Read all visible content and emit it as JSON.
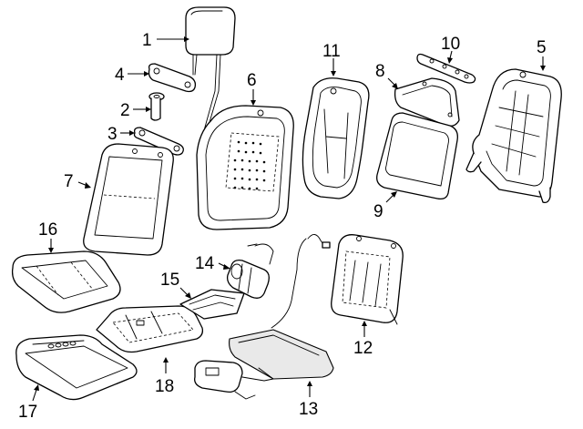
{
  "diagram": {
    "callouts": [
      {
        "id": "1",
        "text": "1"
      },
      {
        "id": "2",
        "text": "2"
      },
      {
        "id": "3",
        "text": "3"
      },
      {
        "id": "4",
        "text": "4"
      },
      {
        "id": "5",
        "text": "5"
      },
      {
        "id": "6",
        "text": "6"
      },
      {
        "id": "7",
        "text": "7"
      },
      {
        "id": "8",
        "text": "8"
      },
      {
        "id": "9",
        "text": "9"
      },
      {
        "id": "10",
        "text": "10"
      },
      {
        "id": "11",
        "text": "11"
      },
      {
        "id": "12",
        "text": "12"
      },
      {
        "id": "13",
        "text": "13"
      },
      {
        "id": "14",
        "text": "14"
      },
      {
        "id": "15",
        "text": "15"
      },
      {
        "id": "16",
        "text": "16"
      },
      {
        "id": "17",
        "text": "17"
      },
      {
        "id": "18",
        "text": "18"
      }
    ],
    "parts": [
      {
        "callout": "1",
        "icon": "headrest-icon"
      },
      {
        "callout": "2",
        "icon": "guide-sleeve-icon"
      },
      {
        "callout": "3",
        "icon": "bracket-icon"
      },
      {
        "callout": "4",
        "icon": "bracket-icon"
      },
      {
        "callout": "5",
        "icon": "seat-back-frame-icon"
      },
      {
        "callout": "6",
        "icon": "back-cover-icon"
      },
      {
        "callout": "7",
        "icon": "back-cushion-icon"
      },
      {
        "callout": "8",
        "icon": "lumbar-panel-icon"
      },
      {
        "callout": "9",
        "icon": "rear-panel-icon"
      },
      {
        "callout": "10",
        "icon": "trim-strip-icon"
      },
      {
        "callout": "11",
        "icon": "back-pad-icon"
      },
      {
        "callout": "12",
        "icon": "back-heater-icon"
      },
      {
        "callout": "13",
        "icon": "wire-harness-icon"
      },
      {
        "callout": "14",
        "icon": "motor-icon"
      },
      {
        "callout": "15",
        "icon": "heater-element-icon"
      },
      {
        "callout": "16",
        "icon": "cushion-cover-icon"
      },
      {
        "callout": "17",
        "icon": "cushion-pad-icon"
      },
      {
        "callout": "18",
        "icon": "heater-mat-icon"
      }
    ],
    "colors": {
      "line": "#000000",
      "fill": "#ffffff",
      "shade": "#e9e9e9"
    }
  }
}
